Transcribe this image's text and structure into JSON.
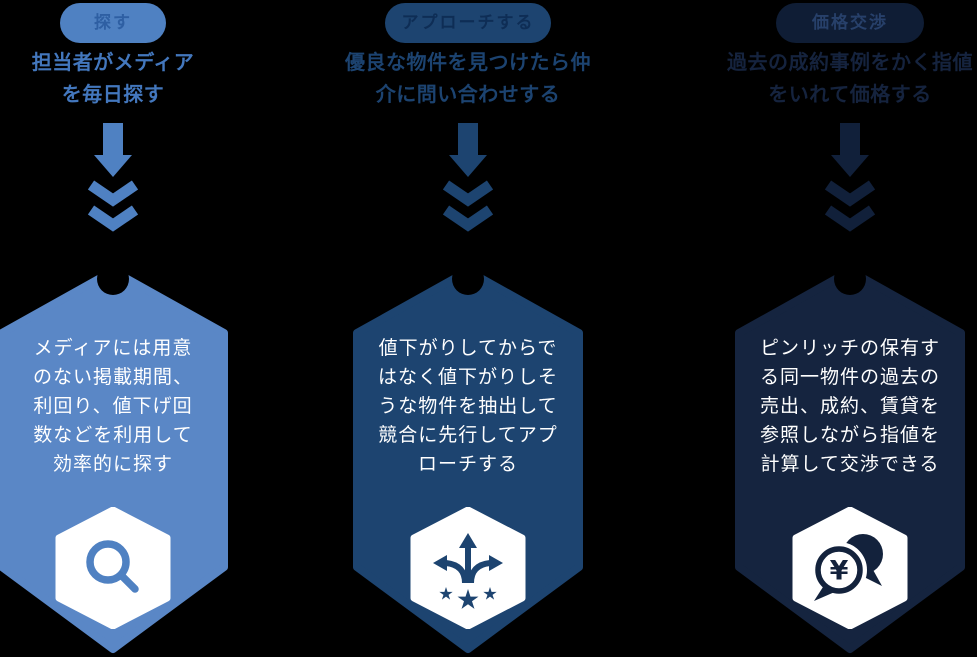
{
  "palette": {
    "background": "#000000",
    "step1_blue": "#4f81c2",
    "step1_box": "#5a87c6",
    "step2_navy": "#1d4470",
    "step3_dark_navy": "#13223c",
    "box_text": "#ffffff",
    "icon_badge_bg": "#ffffff"
  },
  "columns": [
    {
      "id": "search",
      "pill": {
        "label": "探す"
      },
      "heading": {
        "line1": "担当者がメディア",
        "line2": "を毎日探す"
      },
      "box": {
        "lines": [
          "メディアには用意",
          "のない掲載期間、",
          "利回り、値下げ回",
          "数などを利用して",
          "効率的に探す"
        ],
        "icon": "magnifier-icon"
      }
    },
    {
      "id": "approach",
      "pill": {
        "label": "アプローチする"
      },
      "heading": {
        "line1": "優良な物件を見つけたら仲",
        "line2": "介に問い合わせする"
      },
      "box": {
        "lines": [
          "値下がりしてからで",
          "はなく値下がりしそ",
          "うな物件を抽出して",
          "競合に先行してアプ",
          "ローチする"
        ],
        "icon": "spread-arrows-stars-icon"
      }
    },
    {
      "id": "negotiate",
      "pill": {
        "label": "価格交渉"
      },
      "heading": {
        "line1": "過去の成約事例をかく指値",
        "line2": "をいれて価格する"
      },
      "box": {
        "lines": [
          "ピンリッチの保有す",
          "る同一物件の過去の",
          "売出、成約、賃貸を",
          "参照しながら指値を",
          "計算して交渉できる"
        ],
        "icon": "yen-speech-bubbles-icon"
      }
    }
  ]
}
